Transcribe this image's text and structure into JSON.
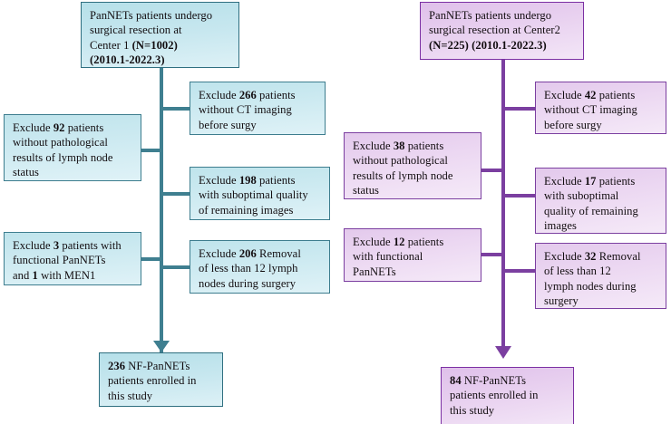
{
  "figure": {
    "type": "flowchart",
    "description": "Two-arm patient selection flow diagram for NF-PanNETs study",
    "arms": [
      {
        "id": "center1",
        "accent_color": "#3f7f90",
        "box_fill": "#cdeaf1",
        "source": {
          "lines": [
            "PanNETs patients undergo",
            "surgical resection at",
            "Center 1 (N=1002)",
            "(2010.1-2022.3)"
          ]
        },
        "exclusions": [
          {
            "lines": [
              "Exclude 266 patients",
              "without CT imaging",
              "before surgy"
            ]
          },
          {
            "lines": [
              "Exclude 92 patients",
              "without pathological",
              "results of lymph node",
              "status"
            ]
          },
          {
            "lines": [
              "Exclude 198 patients",
              "with suboptimal quality",
              "of remaining images"
            ]
          },
          {
            "lines": [
              "Exclude 3 patients with",
              "functional PanNETs",
              "and 1 with MEN1"
            ]
          },
          {
            "lines": [
              "Exclude 206 Removal",
              "of less than 12 lymph",
              "nodes during surgery"
            ]
          }
        ],
        "result": {
          "lines": [
            "236 NF-PanNETs",
            "patients enrolled in",
            "this study"
          ]
        }
      },
      {
        "id": "center2",
        "accent_color": "#7b3fa0",
        "box_fill": "#ecd8f2",
        "source": {
          "lines": [
            "PanNETs patients undergo",
            "surgical resection at Center2",
            "(N=225) (2010.1-2022.3)"
          ]
        },
        "exclusions": [
          {
            "lines": [
              "Exclude 42 patients",
              "without CT imaging",
              "before surgy"
            ]
          },
          {
            "lines": [
              "Exclude 38 patients",
              "without pathological",
              "results of lymph node",
              "status"
            ]
          },
          {
            "lines": [
              "Exclude 17 patients",
              "with suboptimal",
              "quality of remaining",
              "images"
            ]
          },
          {
            "lines": [
              "Exclude 12 patients",
              "with functional",
              "PanNETs"
            ]
          },
          {
            "lines": [
              "Exclude 32 Removal",
              "of less than 12",
              "lymph nodes during",
              "surgery"
            ]
          }
        ],
        "result": {
          "lines": [
            "84 NF-PanNETs",
            "patients enrolled in",
            "this study"
          ]
        }
      }
    ],
    "counts": {
      "center1_source": "1002",
      "center1_no_ct": "266",
      "center1_no_path": "92",
      "center1_suboptimal": "198",
      "center1_functional": "3",
      "center1_men1": "1",
      "center1_lymph": "206",
      "center1_final": "236",
      "center2_source": "225",
      "center2_no_ct": "42",
      "center2_no_path": "38",
      "center2_suboptimal": "17",
      "center2_functional": "12",
      "center2_lymph": "32",
      "center2_final": "84"
    }
  },
  "c1": {
    "source": {
      "l1": "PanNETs patients undergo",
      "l2": "surgical resection at",
      "l3a": "Center 1 ",
      "l3b": "(N=1002)",
      "l4": "(2010.1-2022.3)"
    },
    "ex1": {
      "a": "Exclude ",
      "n": "266",
      "b": " patients",
      "l2": "without CT imaging",
      "l3": "before surgy"
    },
    "ex2": {
      "a": "Exclude ",
      "n": "92",
      "b": " patients",
      "l2": "without pathological",
      "l3": "results of lymph node",
      "l4": "status"
    },
    "ex3": {
      "a": "Exclude ",
      "n": "198",
      "b": " patients",
      "l2": "with suboptimal quality",
      "l3": "of remaining images"
    },
    "ex4": {
      "a": "Exclude ",
      "n": "3",
      "b": " patients with",
      "l2": "functional PanNETs",
      "l3a": "and ",
      "l3n": "1",
      "l3b": " with MEN1"
    },
    "ex5": {
      "a": "Exclude ",
      "n": "206",
      "b": " Removal",
      "l2": "of less than 12 lymph",
      "l3": "nodes during surgery"
    },
    "result": {
      "n": "236",
      "a": " NF-PanNETs",
      "l2": "patients enrolled in",
      "l3": "this study"
    }
  },
  "c2": {
    "source": {
      "l1": "PanNETs patients undergo",
      "l2": "surgical resection at Center2",
      "l3a": "(N=225) ",
      "l3b": "(2010.1-2022.3)"
    },
    "ex1": {
      "a": "Exclude ",
      "n": "42",
      "b": " patients",
      "l2": "without CT imaging",
      "l3": "before surgy"
    },
    "ex2": {
      "a": "Exclude ",
      "n": "38",
      "b": " patients",
      "l2": "without pathological",
      "l3": "results of lymph node",
      "l4": "status"
    },
    "ex3": {
      "a": "Exclude ",
      "n": "17",
      "b": " patients",
      "l2": "with suboptimal",
      "l3": "quality of remaining",
      "l4": "images"
    },
    "ex4": {
      "a": "Exclude ",
      "n": "12",
      "b": " patients",
      "l2": "with functional",
      "l3": "PanNETs"
    },
    "ex5": {
      "a": "Exclude ",
      "n": "32",
      "b": " Removal",
      "l2": "of less than 12",
      "l3": "lymph nodes during",
      "l4": "surgery"
    },
    "result": {
      "n": "84",
      "a": " NF-PanNETs",
      "l2": "patients enrolled in",
      "l3": "this study"
    }
  }
}
